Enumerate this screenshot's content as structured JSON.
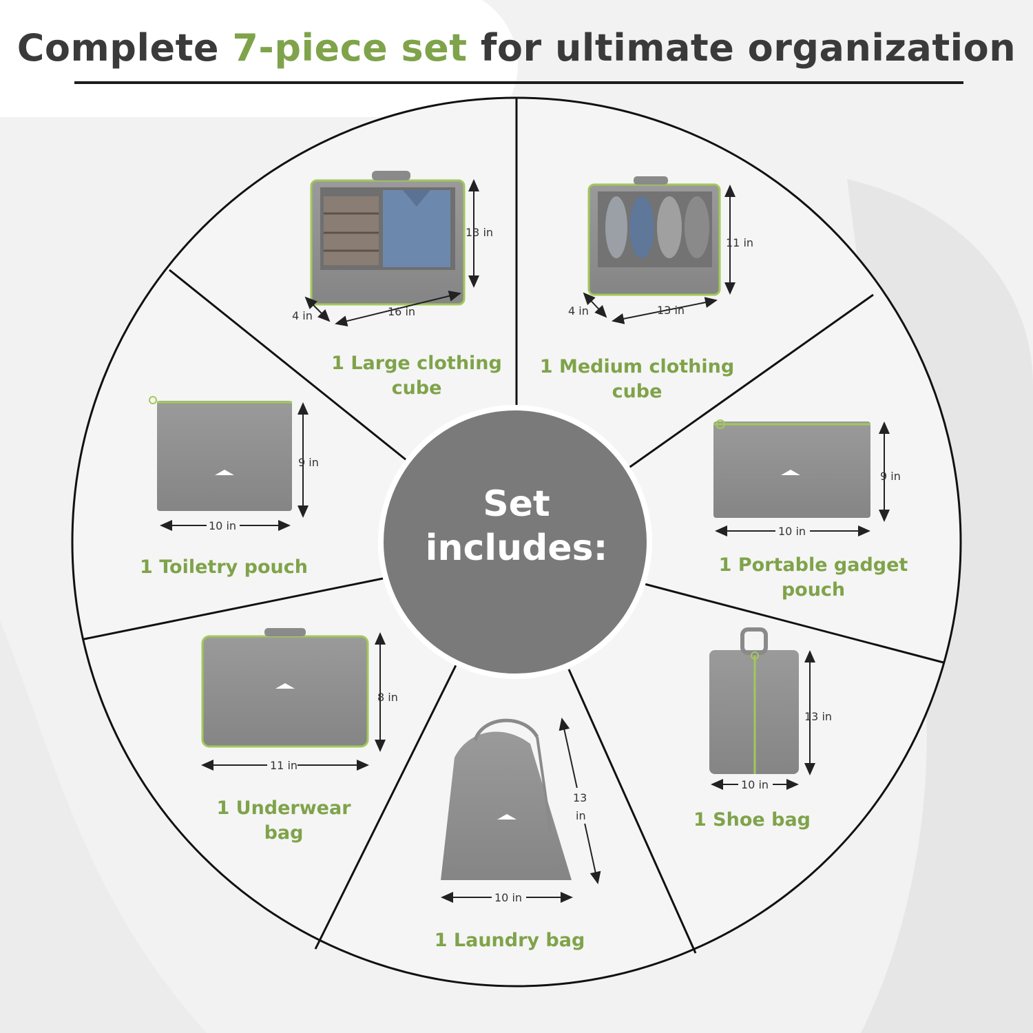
{
  "title": {
    "part1": "Complete ",
    "accent": "7-piece set",
    "part2": " for ultimate organization"
  },
  "center": {
    "line1": "Set",
    "line2": "includes:"
  },
  "items": {
    "large_cube": {
      "label_line1": "1 Large clothing",
      "label_line2": "cube",
      "height": "13 in",
      "width": "16 in",
      "depth": "4 in"
    },
    "medium_cube": {
      "label_line1": "1 Medium clothing",
      "label_line2": "cube",
      "height": "11 in",
      "width": "13 in",
      "depth": "4 in"
    },
    "toiletry_pouch": {
      "label_line1": "1 Toiletry pouch",
      "height": "9 in",
      "width": "10 in"
    },
    "gadget_pouch": {
      "label_line1": "1 Portable gadget",
      "label_line2": "pouch",
      "height": "9 in",
      "width": "10 in"
    },
    "underwear_bag": {
      "label_line1": "1 Underwear",
      "label_line2": "bag",
      "height": "8 in",
      "width": "11 in"
    },
    "laundry_bag": {
      "label_line1": "1 Laundry bag",
      "height_line1": "13",
      "height_line2": "in",
      "width": "10 in"
    },
    "shoe_bag": {
      "label_line1": "1 Shoe bag",
      "height": "13 in",
      "width": "10 in"
    }
  },
  "colors": {
    "accent_green": "#7fa34a",
    "title_dark": "#3a3a3a",
    "center_gray": "#7a7a7a",
    "bag_gray": "#8d8d8d",
    "zipper_green": "#a3c85a"
  }
}
